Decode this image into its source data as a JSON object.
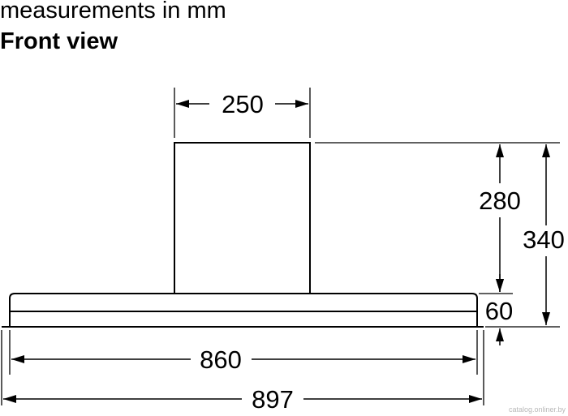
{
  "header": {
    "units": "measurements in mm",
    "view": "Front view"
  },
  "dimensions": {
    "chimney_width": "250",
    "chimney_height": "280",
    "canopy_height": "60",
    "total_height": "340",
    "inner_width": "860",
    "total_width": "897"
  },
  "watermark": "catalog.onliner.by"
}
